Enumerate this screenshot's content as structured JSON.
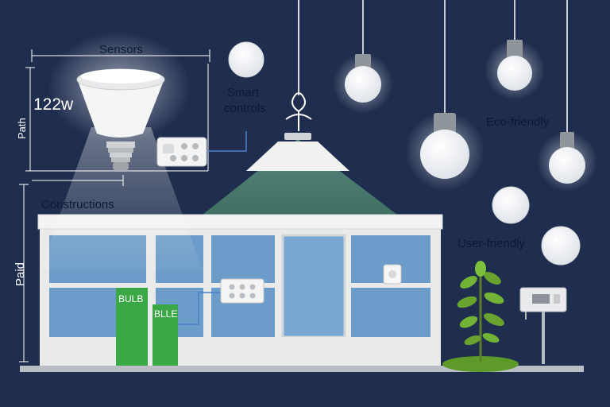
{
  "labels": {
    "sensors": "Sensors",
    "smart_controls_line1": "Smart",
    "smart_controls_line2": "controls",
    "eco_friendly": "Eco-friendly",
    "user_friendly": "User-friendly",
    "constructions": "Constructions",
    "wattage": "122w",
    "left_label_top": "Path",
    "left_label_bottom": "Paid",
    "bulb_sign_1": "BULB",
    "bulb_sign_2": "BLLE"
  },
  "colors": {
    "background": "#1f2d4e",
    "roof": "#4e7d72",
    "glass": "#6c9cc9",
    "building": "#e9ebea",
    "green_sign": "#3aa844",
    "plant": "#6aa22f",
    "label_text": "#0d1a33",
    "light_text": "#ffffff"
  }
}
